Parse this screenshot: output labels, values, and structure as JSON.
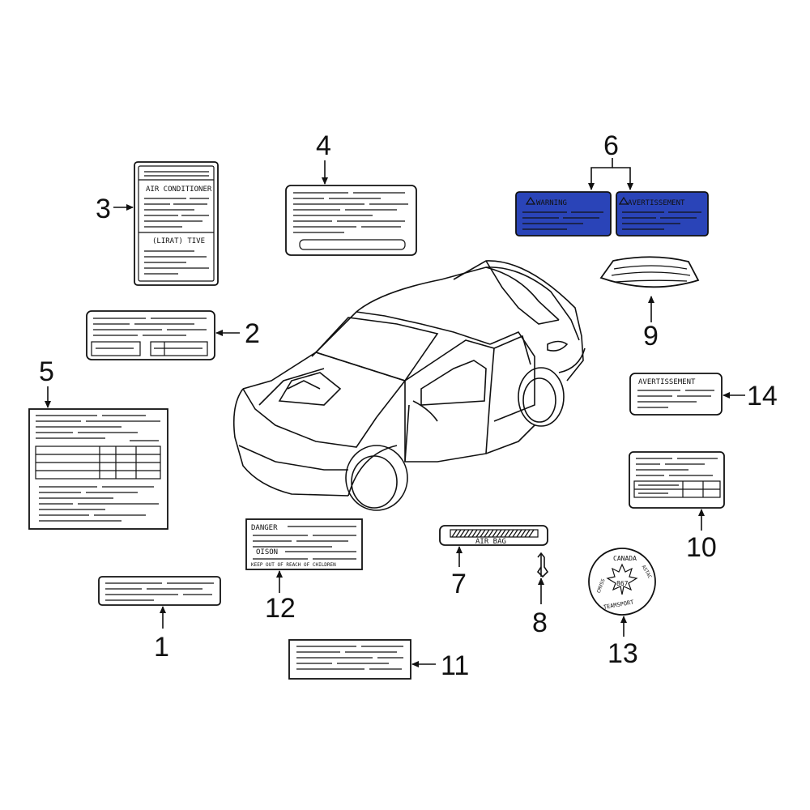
{
  "callouts": {
    "c1": "1",
    "c2": "2",
    "c3": "3",
    "c4": "4",
    "c5": "5",
    "c6": "6",
    "c7": "7",
    "c8": "8",
    "c9": "9",
    "c10": "10",
    "c11": "11",
    "c12": "12",
    "c13": "13",
    "c14": "14"
  },
  "label_text": {
    "ac_title": "AIR CONDITIONER",
    "ac_sub": "(LIRAT) TIVE",
    "warning": "WARNING",
    "avertissement_blue": "AVERTISSEMENT",
    "avertissement": "AVERTISSEMENT",
    "airbag": "AIR BAG",
    "danger": "DANGER",
    "poison": "OISON",
    "danger_footer": "KEEP OUT OF REACH OF CHILDREN",
    "seal_top": "CANADA",
    "seal_year": "867",
    "seal_left": "CMVSS",
    "seal_right": "ASTAC",
    "seal_bottom": "TEAMSPORT"
  },
  "colors": {
    "highlight": "#2a44b8",
    "ink": "#111111"
  }
}
